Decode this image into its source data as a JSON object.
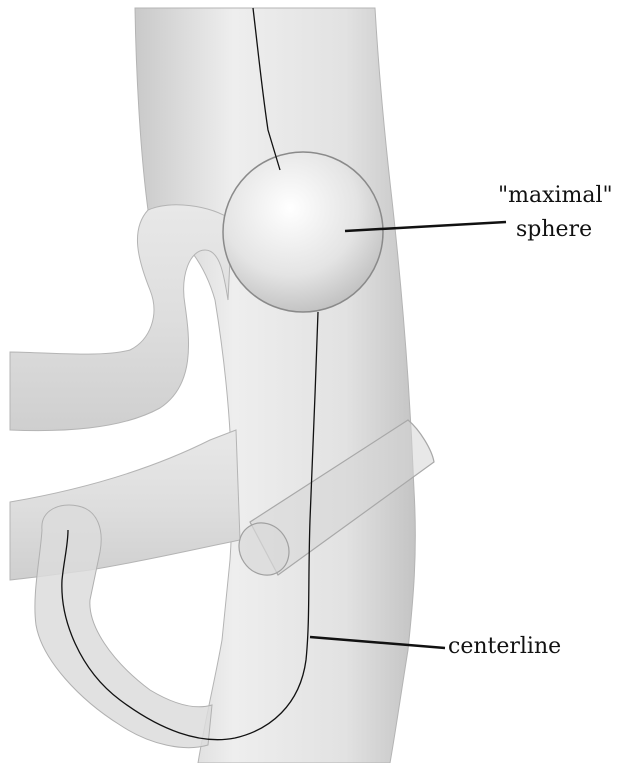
{
  "annotations": {
    "sphere_label_line1": "\"maximal\"",
    "sphere_label_line2": "sphere",
    "centerline_label": "centerline"
  },
  "colors": {
    "vessel_fill": "#e6e6e6",
    "vessel_stroke": "#b4b4b4",
    "line": "#111111"
  }
}
